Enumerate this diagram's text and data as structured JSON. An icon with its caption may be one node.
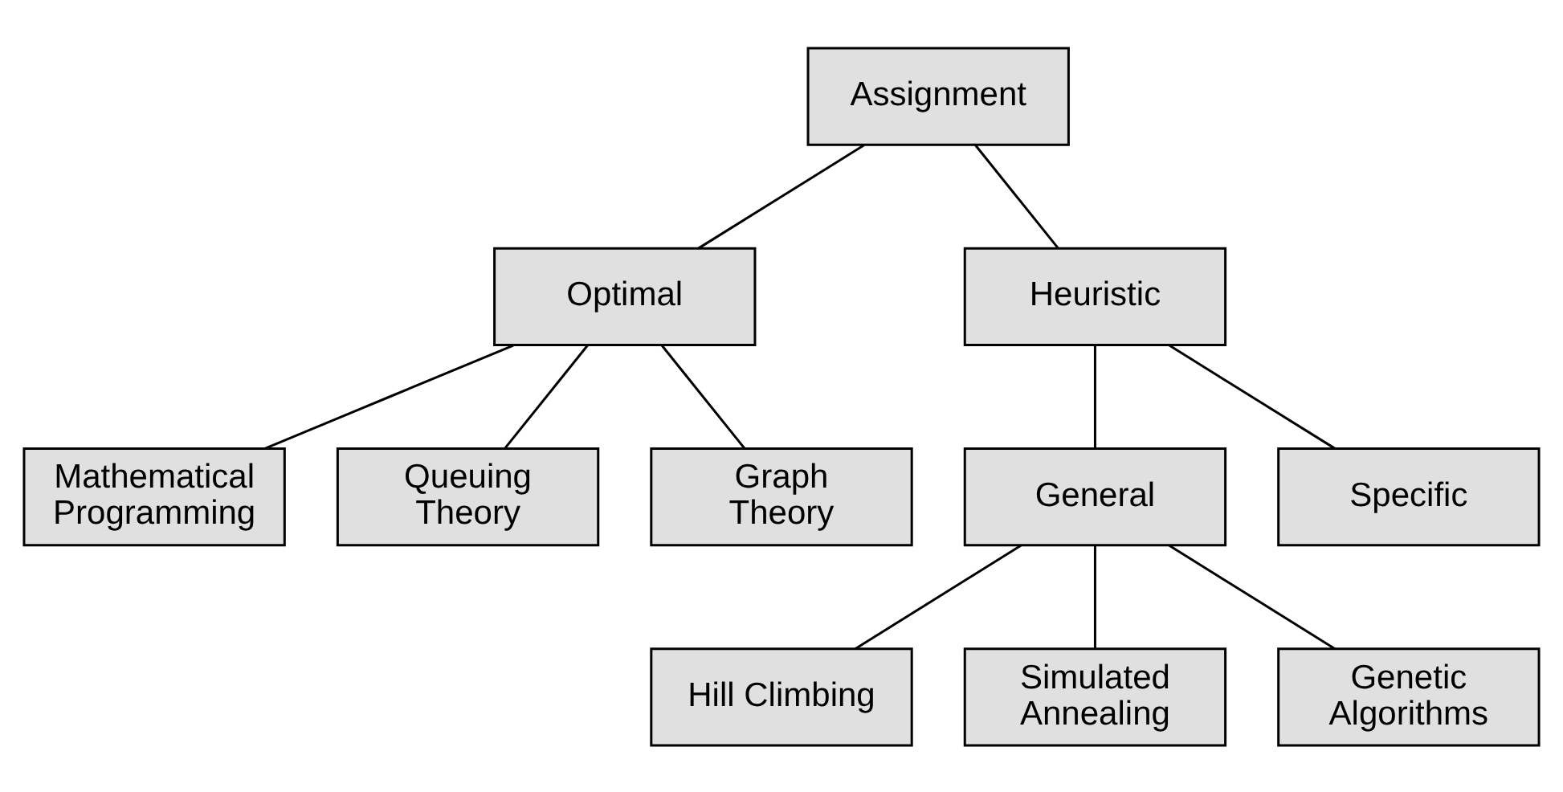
{
  "diagram": {
    "nodes": [
      {
        "text": [
          "Assignment"
        ]
      },
      {
        "text": [
          "Optimal"
        ]
      },
      {
        "text": [
          "Heuristic"
        ]
      },
      {
        "text": [
          "Mathematical Programming"
        ]
      },
      {
        "text": [
          "Queuing Theory"
        ]
      },
      {
        "text": [
          "Graph Theory"
        ]
      },
      {
        "text": [
          "General"
        ]
      },
      {
        "text": [
          "Specific"
        ]
      },
      {
        "text": [
          "Hill Climbing"
        ]
      },
      {
        "text": [
          "Simulated Annealing"
        ]
      },
      {
        "text": [
          "Genetic Algorithms"
        ]
      }
    ],
    "edges": [
      {
        "from": 0,
        "to": 1,
        "arrow": "none"
      },
      {
        "from": 0,
        "to": 2,
        "arrow": "none"
      },
      {
        "from": 1,
        "to": 3,
        "arrow": "none"
      },
      {
        "from": 1,
        "to": 4,
        "arrow": "none"
      },
      {
        "from": 1,
        "to": 5,
        "arrow": "none"
      },
      {
        "from": 2,
        "to": 6,
        "arrow": "none"
      },
      {
        "from": 2,
        "to": 7,
        "arrow": "none"
      },
      {
        "from": 6,
        "to": 8,
        "arrow": "none"
      },
      {
        "from": 6,
        "to": 9,
        "arrow": "none"
      },
      {
        "from": 6,
        "to": 10,
        "arrow": "none"
      }
    ]
  }
}
